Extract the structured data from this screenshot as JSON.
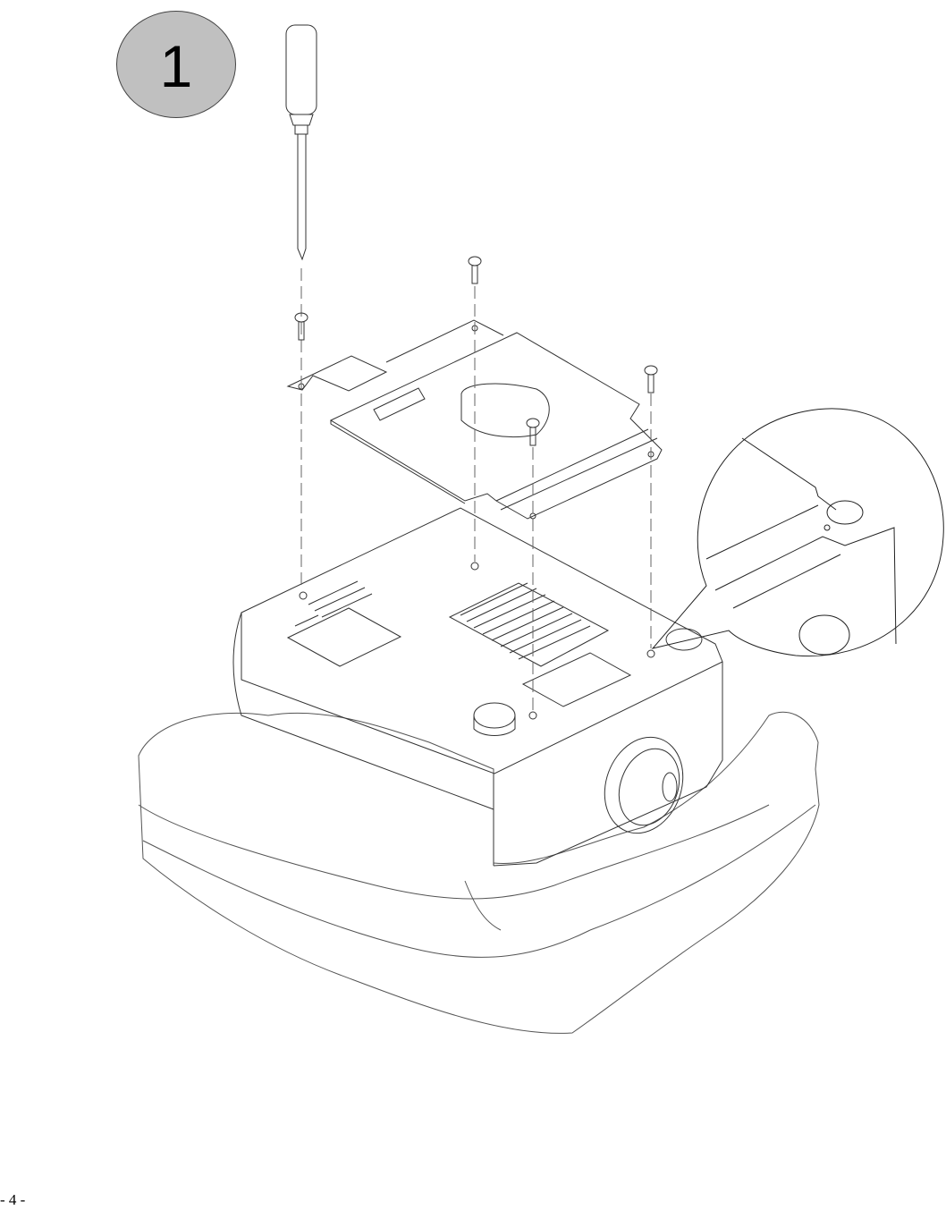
{
  "step": {
    "number": "1"
  },
  "footer": {
    "page_number": "- 4 -"
  },
  "illustration": {
    "subject": "projector upside down on cushion with mounting plate",
    "parts": [
      "screwdriver-icon",
      "screw-icon",
      "mounting-plate",
      "projector",
      "cushion",
      "detail-callout"
    ],
    "screw_count": 4,
    "colors": {
      "badge": "#c0c0c0",
      "line": "#333333"
    }
  }
}
